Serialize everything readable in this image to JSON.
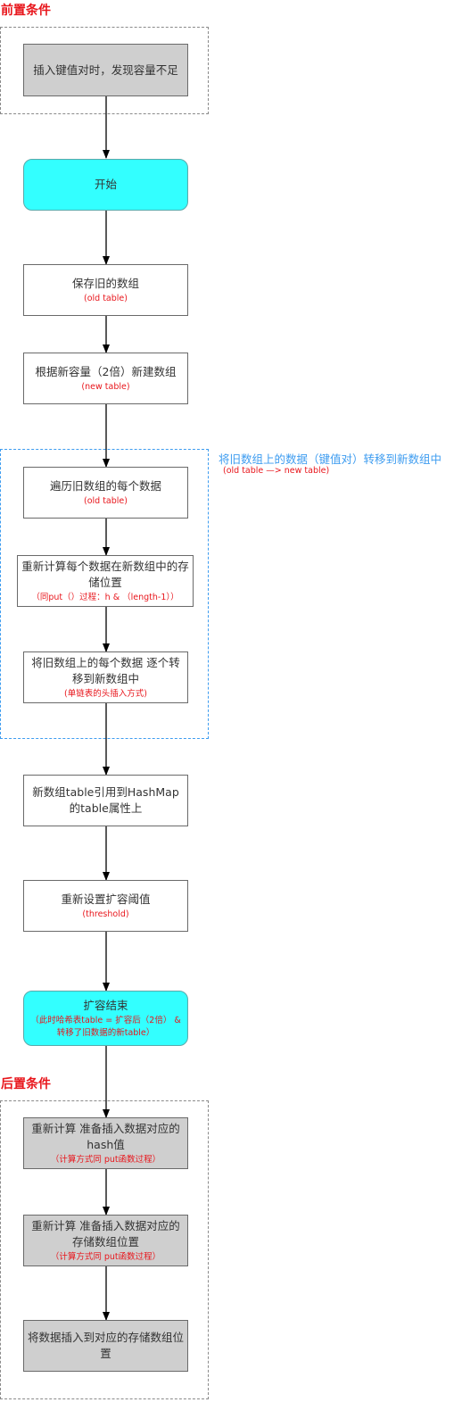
{
  "sections": {
    "precondition": "前置条件",
    "postcondition": "后置条件"
  },
  "transfer_region": {
    "caption": "将旧数组上的数据（键值对）转移到新数组中",
    "subcaption": "(old table —> new table)"
  },
  "nodes": {
    "trigger": {
      "title": "插入键值对时，发现容量不足"
    },
    "start": {
      "title": "开始"
    },
    "save_old": {
      "title": "保存旧的数组",
      "sub": "(old table)"
    },
    "create_new": {
      "title": "根据新容量（2倍）新建数组",
      "sub": "(new table)"
    },
    "traverse": {
      "title": "遍历旧数组的每个数据",
      "sub": "(old table)"
    },
    "recompute_position": {
      "title": "重新计算每个数据在新数组中的存储位置",
      "sub": "（同put（）过程：h & （length-1））"
    },
    "move_data": {
      "title": "将旧数组上的每个数据 逐个转移到新数组中",
      "sub": "(单链表的头插入方式)"
    },
    "assign_table": {
      "title": "新数组table引用到HashMap的table属性上"
    },
    "reset_threshold": {
      "title": "重新设置扩容阈值",
      "sub": "(threshold)"
    },
    "end": {
      "title": "扩容结束",
      "sub": "（此时哈希表table = 扩容后（2倍） & 转移了旧数据的新table）"
    },
    "recompute_hash": {
      "title": "重新计算 准备插入数据对应的hash值",
      "sub": "（计算方式同 put函数过程）"
    },
    "recompute_index": {
      "title": "重新计算 准备插入数据对应的存储数组位置",
      "sub": "（计算方式同 put函数过程）"
    },
    "insert": {
      "title": "将数据插入到对应的存储数组位置"
    }
  },
  "colors": {
    "terminal_fill": "#33ffff",
    "condition_fill": "#cfcfcf",
    "label_red": "#e8161c",
    "region_blue": "#3d9cf0"
  }
}
